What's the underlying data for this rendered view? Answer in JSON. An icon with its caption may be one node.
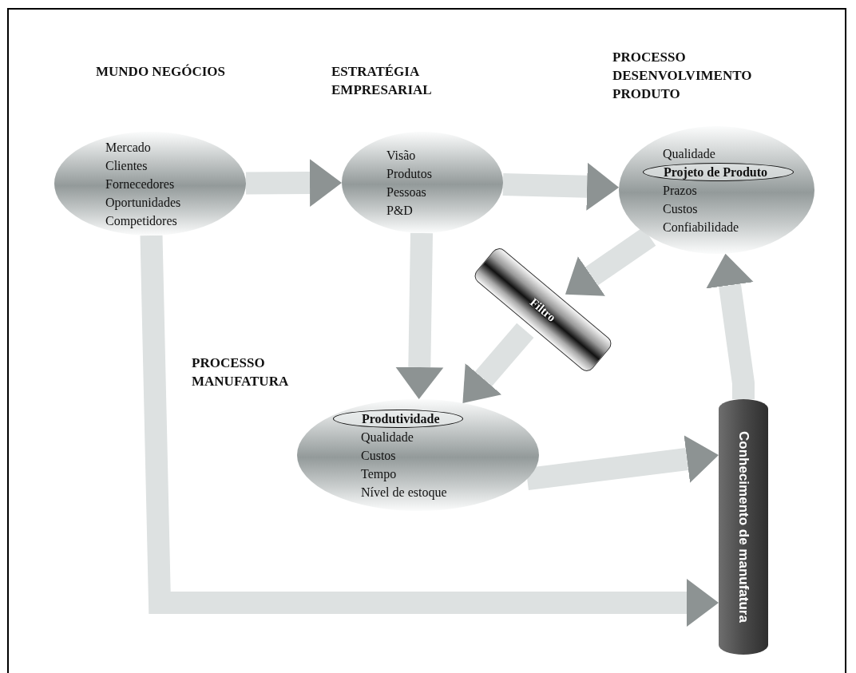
{
  "diagram": {
    "nodes": [
      {
        "text": [
          "MUNDO NEGÓCIOS",
          "Mercado",
          "Clientes",
          "Fornecedores",
          "Oportunidades",
          "Competidores"
        ]
      },
      {
        "text": [
          "ESTRATÉGIA EMPRESARIAL",
          "Visão",
          "Produtos",
          "Pessoas",
          "P&D"
        ]
      },
      {
        "text": [
          "PROCESSO DESENVOLVIMENTO PRODUTO",
          "Qualidade",
          "Prazos",
          "Custos",
          "Confiabilidade"
        ]
      },
      {
        "text": [
          "Projeto de Produto"
        ],
        "in": 2
      },
      {
        "text": [
          "Filtro"
        ]
      },
      {
        "text": [
          "PROCESSO MANUFATURA",
          "Qualidade",
          "Custos",
          "Tempo",
          "Nível de estoque"
        ]
      },
      {
        "text": [
          "Produtividade"
        ],
        "in": 5
      },
      {
        "text": [
          "Conhecimento de manufatura"
        ]
      }
    ],
    "edges": [
      {
        "from": 0,
        "to": 1,
        "arrow": "to"
      },
      {
        "from": 1,
        "to": 2,
        "arrow": "to"
      },
      {
        "from": 1,
        "to": 5,
        "arrow": "to"
      },
      {
        "from": 2,
        "to": 4,
        "arrow": "to"
      },
      {
        "from": 4,
        "to": 5,
        "arrow": "to"
      },
      {
        "from": 5,
        "to": 7,
        "arrow": "to"
      },
      {
        "from": 0,
        "to": 7,
        "arrow": "to"
      },
      {
        "from": 7,
        "to": 2,
        "arrow": "to"
      }
    ]
  }
}
